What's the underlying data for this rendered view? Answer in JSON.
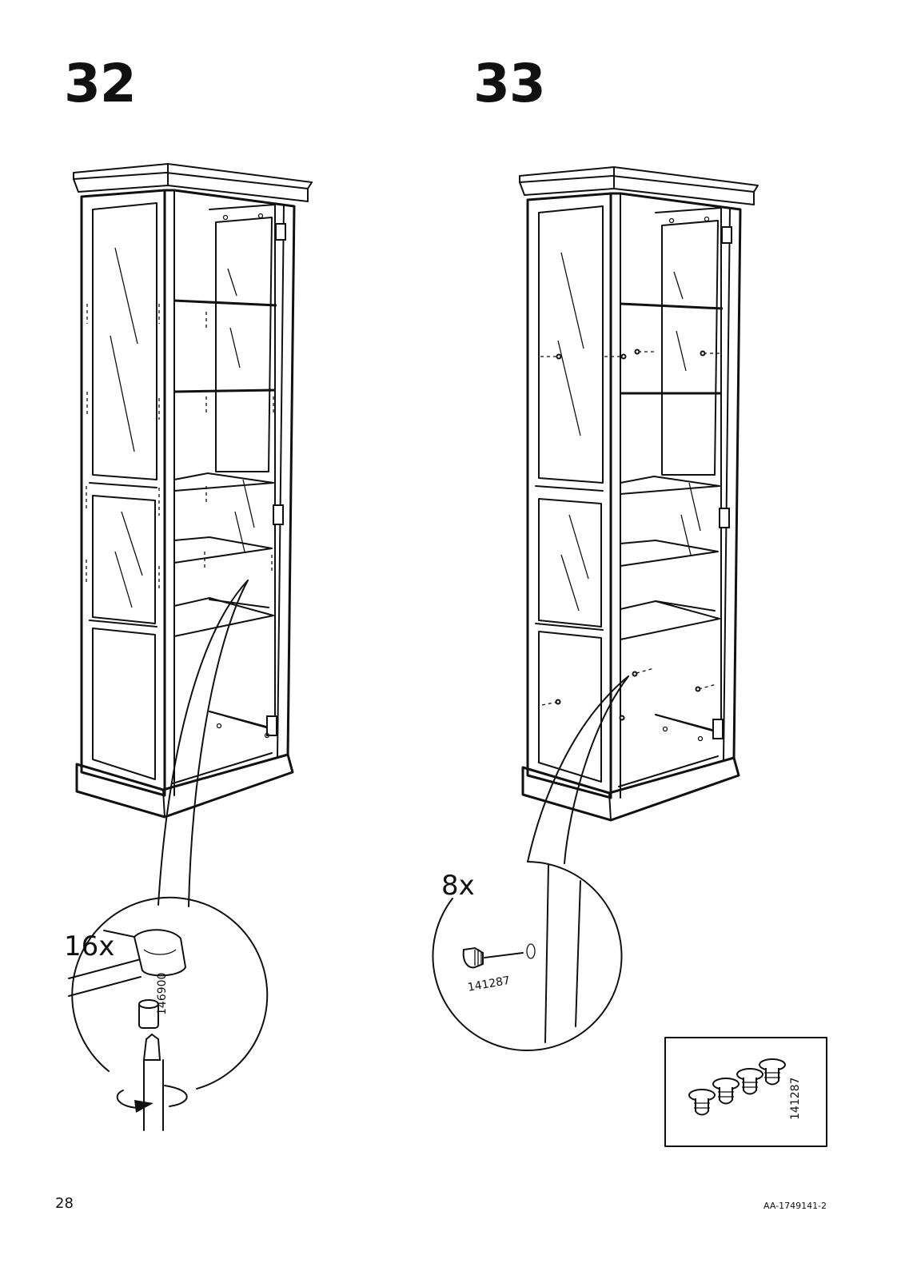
{
  "steps": [
    {
      "number": "32",
      "quantity": "16x",
      "part_number": "146900"
    },
    {
      "number": "33",
      "quantity": "8x",
      "part_number": "141287"
    }
  ],
  "parts_box": {
    "part_number": "141287"
  },
  "footer": {
    "page_number": "28",
    "document_code": "AA-1749141-2"
  }
}
